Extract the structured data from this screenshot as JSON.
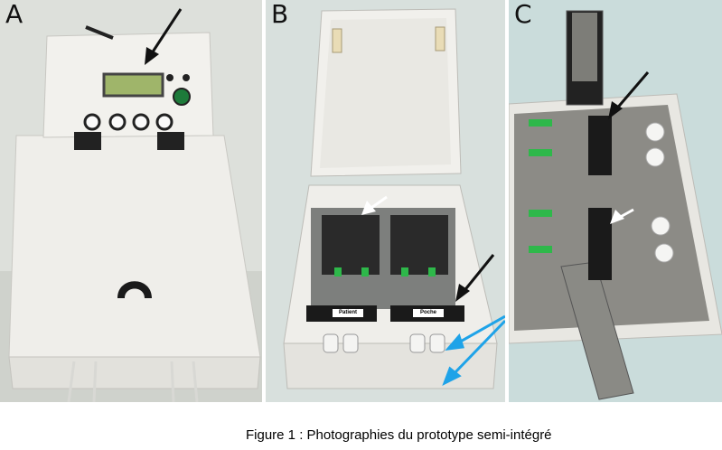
{
  "panels": [
    {
      "letter": "A"
    },
    {
      "letter": "B",
      "labels": [
        "Patient",
        "Poche"
      ]
    },
    {
      "letter": "C"
    }
  ],
  "caption": "Figure 1 : Photographies du prototype semi-intégré",
  "colors": {
    "arrow_black": "#111111",
    "arrow_white": "#ffffff",
    "arrow_blue": "#1fa3e8",
    "device_body": "#eeedea",
    "lcd": "#9fb56a",
    "syringe_tip": "#2eb84a"
  }
}
